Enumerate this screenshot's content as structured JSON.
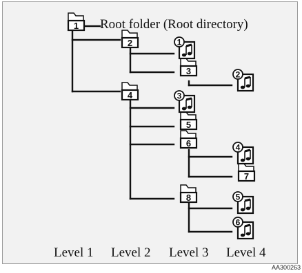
{
  "title": "Root folder (Root directory)",
  "folders": [
    "1",
    "2",
    "3",
    "4",
    "5",
    "6",
    "7",
    "8"
  ],
  "tracks": [
    "1",
    "2",
    "3",
    "4",
    "5",
    "6"
  ],
  "levels": [
    "Level 1",
    "Level 2",
    "Level 3",
    "Level 4"
  ],
  "ref_code": "AA300263",
  "colors": {
    "background": "#f2f2f2",
    "line": "#111111",
    "icon_fill": "#ffffff"
  }
}
